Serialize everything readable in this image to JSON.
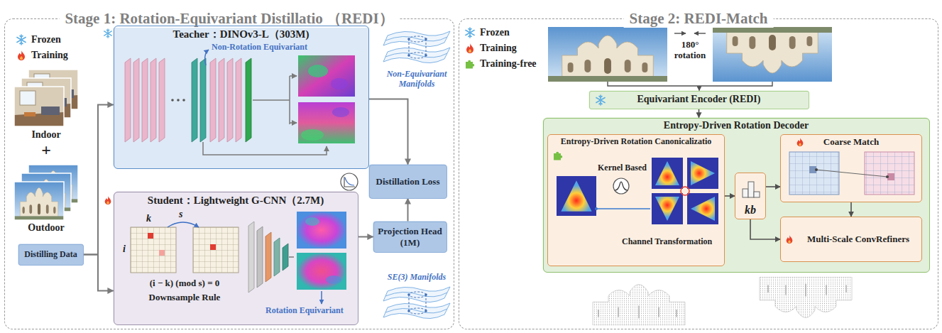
{
  "diagram": {
    "nodes": [
      {
        "text": [
          "Stage 1: Rotation-Equivariant Distillatio （REDI）"
        ]
      },
      {
        "text": [
          "Distilling Data"
        ],
        "in": 0
      },
      {
        "text": [
          "Teacher：DINOv3-L（303M)"
        ],
        "in": 0
      },
      {
        "text": [
          "Student：Lightweight G-CNN（2.7M)"
        ],
        "in": 0
      },
      {
        "text": [
          "Projection Head (1M)"
        ],
        "in": 0
      },
      {
        "text": [
          "Distillation Loss"
        ],
        "in": 0
      },
      {
        "text": [
          "Stage 2: REDI-Match"
        ]
      },
      {
        "text": [
          "Equivariant Encoder (REDI)"
        ],
        "in": 6
      },
      {
        "text": [
          "Entropy-Driven Rotation Decoder"
        ],
        "in": 6
      },
      {
        "text": [
          "Entropy-Driven Rotation Canonicalizatio"
        ],
        "in": 8
      },
      {
        "text": [
          "kb"
        ],
        "in": 8
      },
      {
        "text": [
          "Coarse Match"
        ],
        "in": 8
      },
      {
        "text": [
          "Multi-Scale ConvRefiners"
        ],
        "in": 8
      }
    ],
    "edges": [
      {
        "from": 1,
        "to": 2,
        "arrow": "to"
      },
      {
        "from": 1,
        "to": 3,
        "arrow": "to"
      },
      {
        "from": 2,
        "to": 5,
        "arrow": "to"
      },
      {
        "from": 3,
        "to": 4,
        "arrow": "to"
      },
      {
        "from": 4,
        "to": 5,
        "arrow": "to"
      },
      {
        "from": 7,
        "to": 8,
        "arrow": "to"
      },
      {
        "from": 9,
        "to": 10,
        "arrow": "to"
      },
      {
        "from": 10,
        "to": 11,
        "arrow": "to"
      },
      {
        "from": 10,
        "to": 12,
        "arrow": "to"
      },
      {
        "from": 11,
        "to": 12,
        "arrow": "to"
      }
    ],
    "labels": [
      "Indoor",
      "+",
      "Outdoor",
      "Non-Rotation Equivariant",
      "Non-Equivariant Manifolds",
      "k",
      "s",
      "i",
      "(i − k) (mod s) = 0",
      "Downsample Rule",
      "Rotation Equivariant",
      "SE(3) Manifolds",
      "180° rotation",
      "Kernel Based",
      "Channel Transformation"
    ],
    "legend": [
      {
        "text": "Frozen"
      },
      {
        "text": "Training"
      },
      {
        "text": "Frozen"
      },
      {
        "text": "Training"
      },
      {
        "text": "Training-free"
      }
    ]
  }
}
